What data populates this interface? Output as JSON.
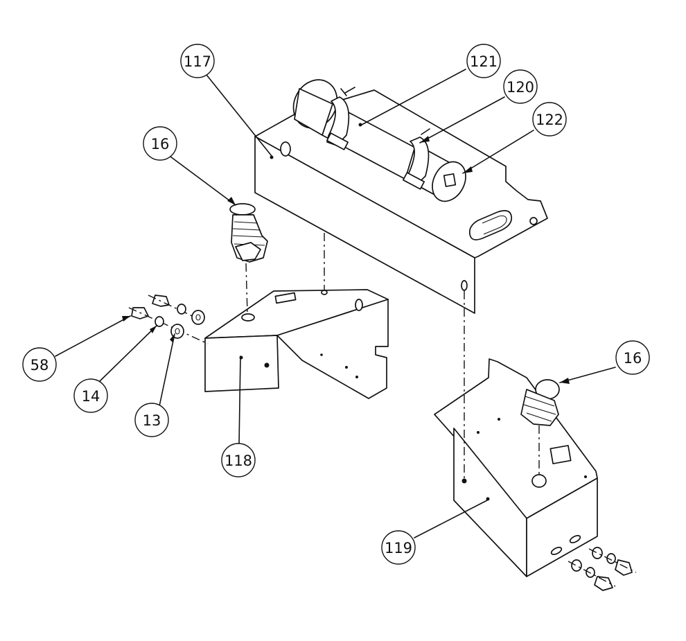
{
  "diagram": {
    "callouts": [
      {
        "id": "c117",
        "label": "117"
      },
      {
        "id": "c121",
        "label": "121"
      },
      {
        "id": "c120",
        "label": "120"
      },
      {
        "id": "c122",
        "label": "122"
      },
      {
        "id": "c16a",
        "label": "16"
      },
      {
        "id": "c16b",
        "label": "16"
      },
      {
        "id": "c58",
        "label": "58"
      },
      {
        "id": "c14",
        "label": "14"
      },
      {
        "id": "c13",
        "label": "13"
      },
      {
        "id": "c118",
        "label": "118"
      },
      {
        "id": "c119",
        "label": "119"
      }
    ]
  }
}
